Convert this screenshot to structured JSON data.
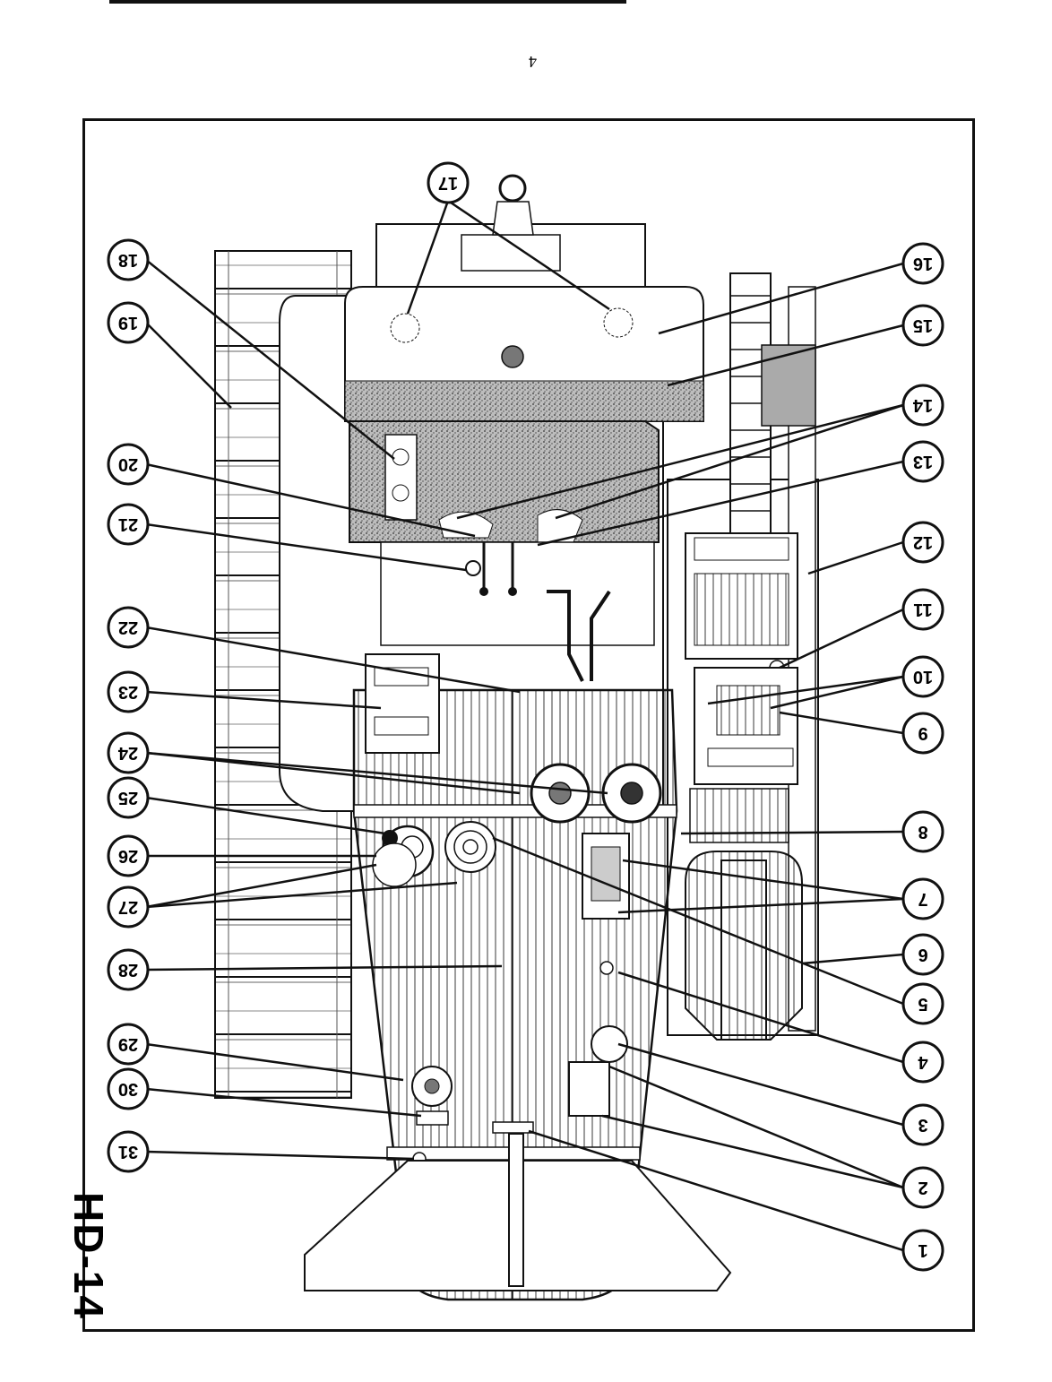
{
  "page": {
    "number": "4",
    "model": "HD-14"
  },
  "callouts": {
    "right": [
      "16",
      "15",
      "14",
      "13",
      "12",
      "11",
      "10",
      "9",
      "8",
      "7",
      "6",
      "5",
      "4",
      "3",
      "2",
      "1"
    ],
    "left": [
      "18",
      "19",
      "20",
      "21",
      "22",
      "23",
      "24",
      "25",
      "26",
      "27",
      "28",
      "29",
      "30",
      "31"
    ],
    "top": [
      "17"
    ]
  },
  "colors": {
    "ink": "#111111",
    "paper": "#ffffff",
    "speckle": "#6a6a6a"
  }
}
